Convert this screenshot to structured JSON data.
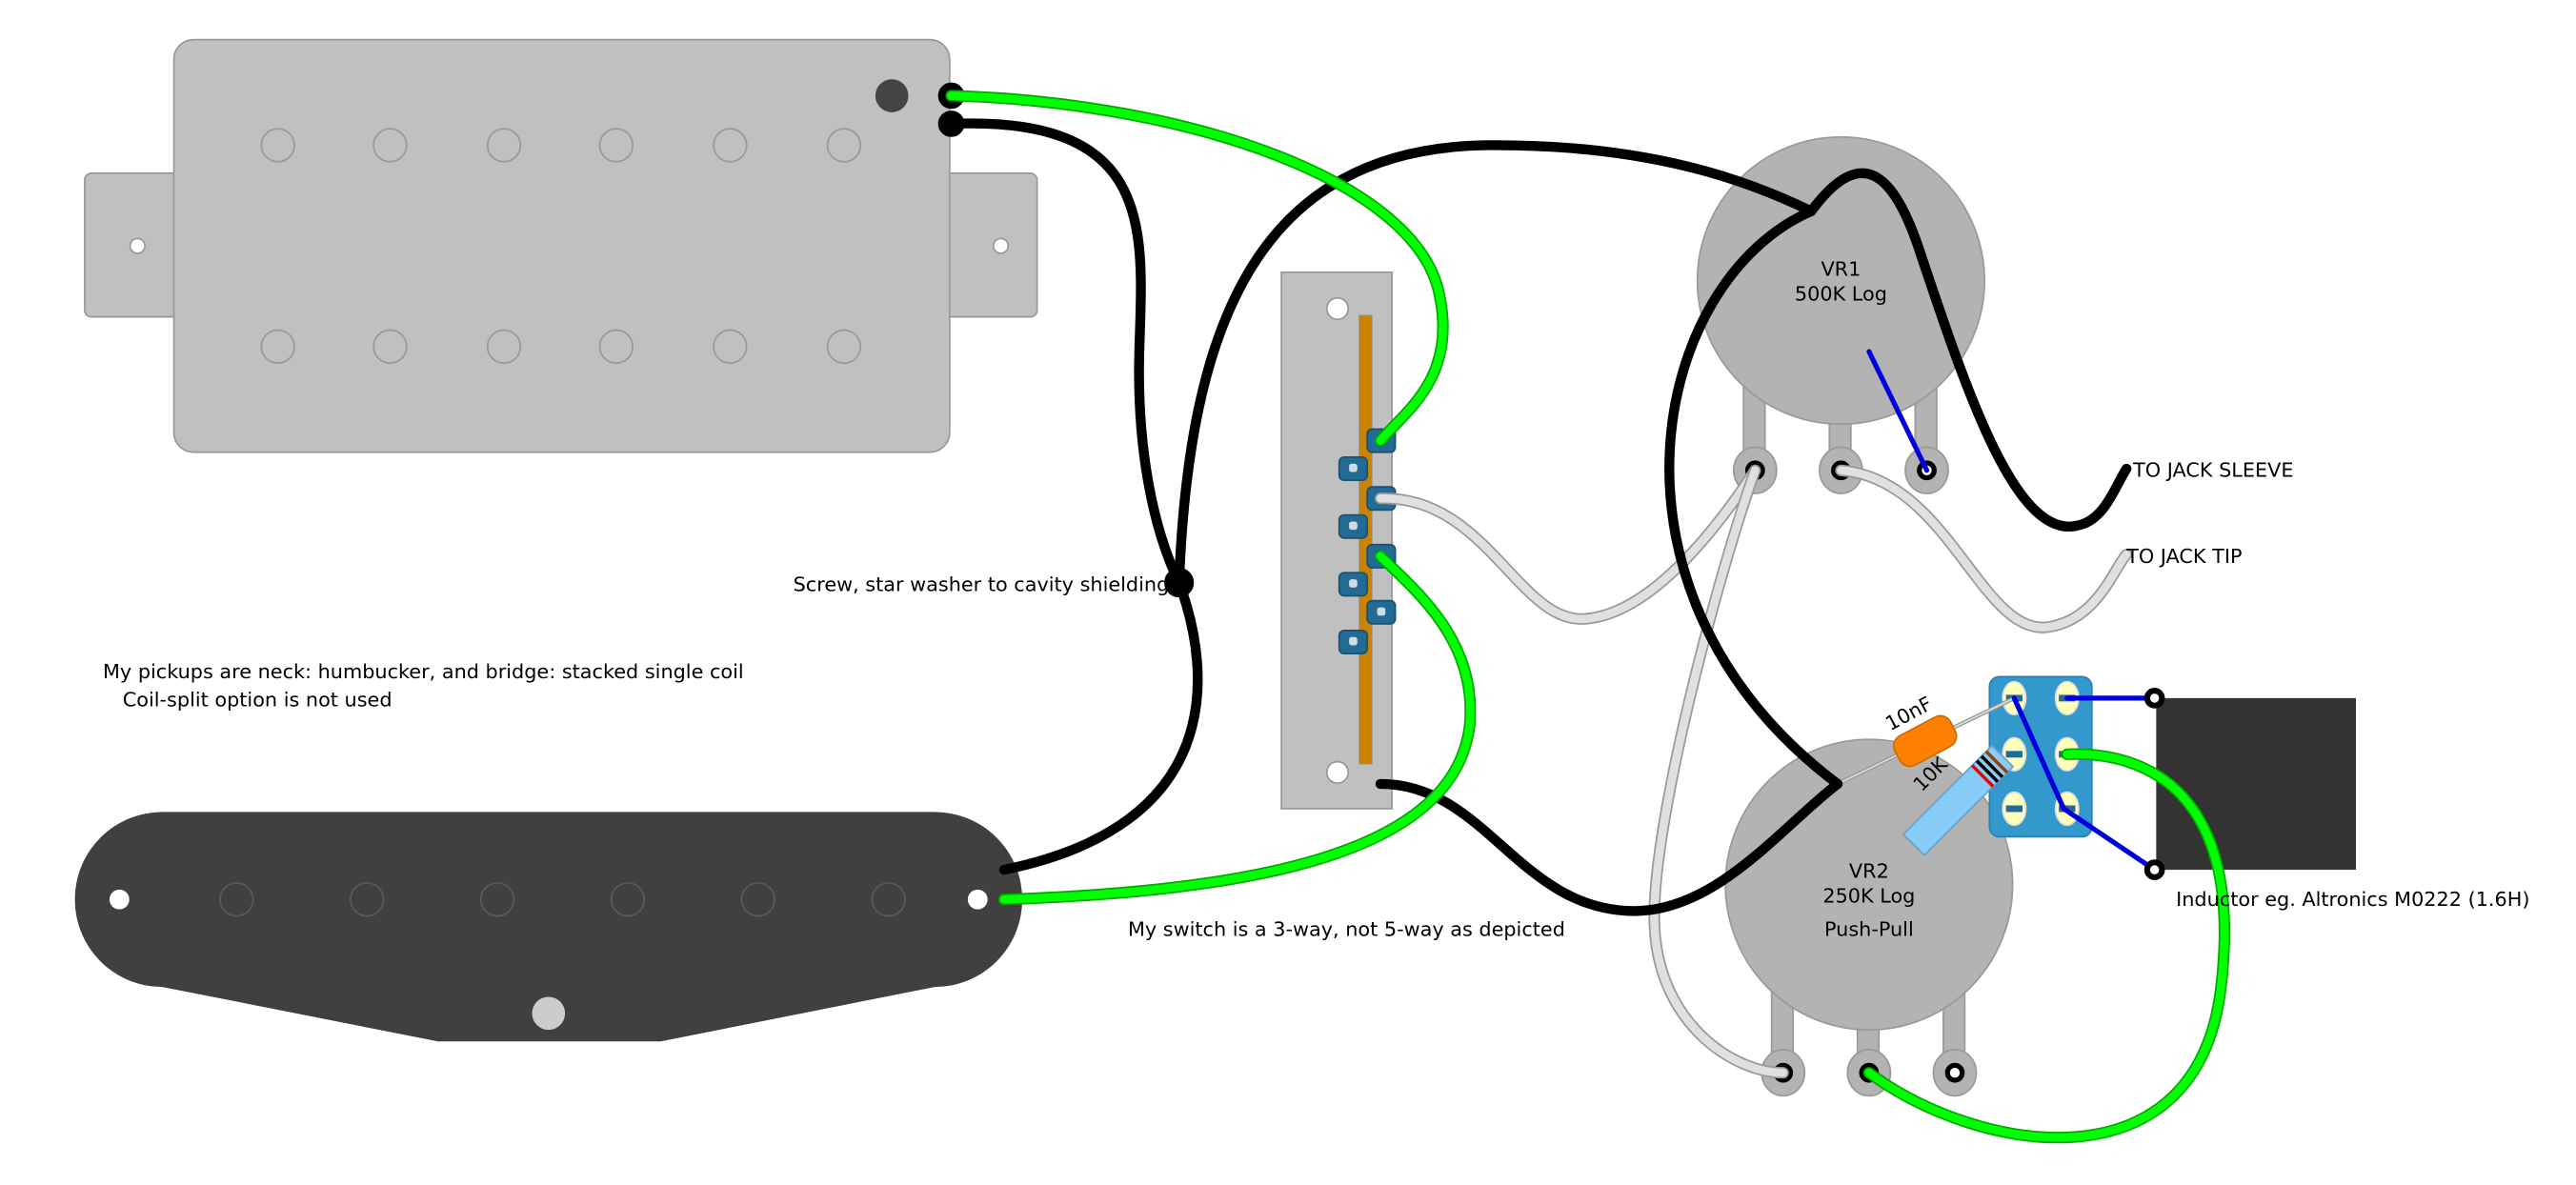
{
  "components": {
    "vr1": {
      "name": "VR1",
      "value": "500K Log"
    },
    "vr2": {
      "name": "VR2",
      "value": "250K Log",
      "type": "Push-Pull"
    },
    "capacitor": {
      "label": "10nF"
    },
    "resistor": {
      "label": "10K"
    }
  },
  "labels": {
    "jack_sleeve": "TO JACK SLEEVE",
    "jack_tip": "TO JACK TIP",
    "ground_screw": "Screw, star washer to cavity shielding",
    "pickups_note": "My pickups are neck: humbucker, and bridge: stacked single coil",
    "coil_split_note": "Coil-split option is not used",
    "switch_note": "My switch is a 3-way, not 5-way as depicted",
    "inductor_note": "Inductor eg. Altronics M0222 (1.6H)"
  },
  "colors": {
    "hot_wire": "#00ff00",
    "ground_wire": "#000000",
    "signal_wire": "#e0e0e0",
    "jumper_wire": "#0000dd",
    "pot_body": "#b3b3b3",
    "pickup_cover": "#c0c0c0",
    "single_coil": "#404040",
    "switch_lug": "#226b94",
    "pushpull_switch": "#3399cc",
    "inductor": "#333333",
    "capacitor": "#ff8000",
    "resistor": "#88ccf8"
  }
}
